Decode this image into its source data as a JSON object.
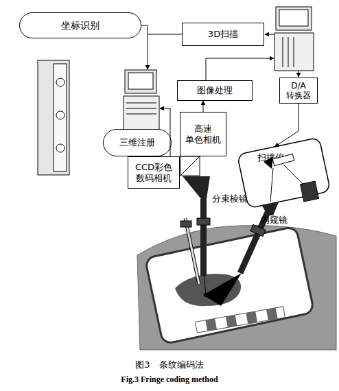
{
  "diagram": {
    "caption": "图3　条纹编码法",
    "nodes": [
      {
        "text": [
          "坐标识别"
        ]
      },
      {
        "text": [
          "3D扫描"
        ]
      },
      {
        "text": [
          "图像处理"
        ]
      },
      {
        "text": [
          "D/A 转换器"
        ]
      },
      {
        "text": [
          "高速 单色相机"
        ]
      },
      {
        "text": [
          "三维注册"
        ]
      },
      {
        "text": [
          "CCD彩色 数码相机"
        ]
      },
      {
        "text": [
          "扫描仪"
        ]
      }
    ],
    "edges": [
      {
        "from": 4,
        "to": 2,
        "arrow": "to"
      },
      {
        "from": 3,
        "to": 7,
        "arrow": "to"
      }
    ],
    "labels": [
      "分束棱镜",
      "内窥镜",
      "Fig.3 Fringe coding method"
    ]
  }
}
